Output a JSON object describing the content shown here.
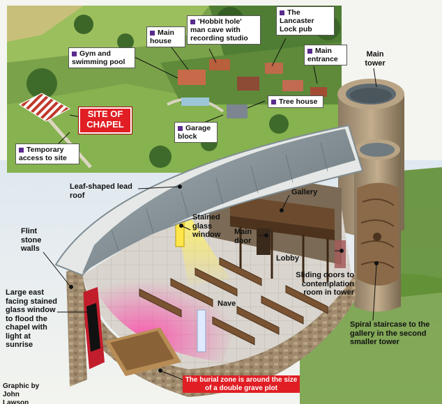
{
  "aerial_labels": {
    "main_house": "Main house",
    "hobbit_hole": "'Hobbit hole' man cave with recording studio",
    "pub": "The Lancaster Lock pub",
    "main_entrance": "Main entrance",
    "gym": "Gym and swimming pool",
    "tree_house": "Tree house",
    "garage": "Garage block",
    "temporary_access": "Temporary access to site",
    "site_of_chapel": "SITE OF CHAPEL"
  },
  "chapel_labels": {
    "main_tower": "Main tower",
    "leaf_roof": "Leaf-shaped lead roof",
    "gallery": "Gallery",
    "stained_glass": "Stained glass window",
    "main_door": "Main door",
    "flint_walls": "Flint stone walls",
    "lobby": "Lobby",
    "sliding_doors": "Sliding doors to contemplation room in tower",
    "nave": "Nave",
    "east_window": "Large east facing stained glass window to flood the chapel with light at sunrise",
    "spiral_staircase": "Spiral staircase to the gallery in the second smaller tower",
    "burial_zone": "The burial zone is around the size of a double grave plot"
  },
  "credit": "Graphic by John Lawson",
  "colors": {
    "accent_red": "#e01e24",
    "label_square": "#5a2a8c",
    "grass": "#6f9a3c",
    "roof": "#7f8c92",
    "stone": "#a38f74",
    "wood": "#6b4a2e"
  }
}
